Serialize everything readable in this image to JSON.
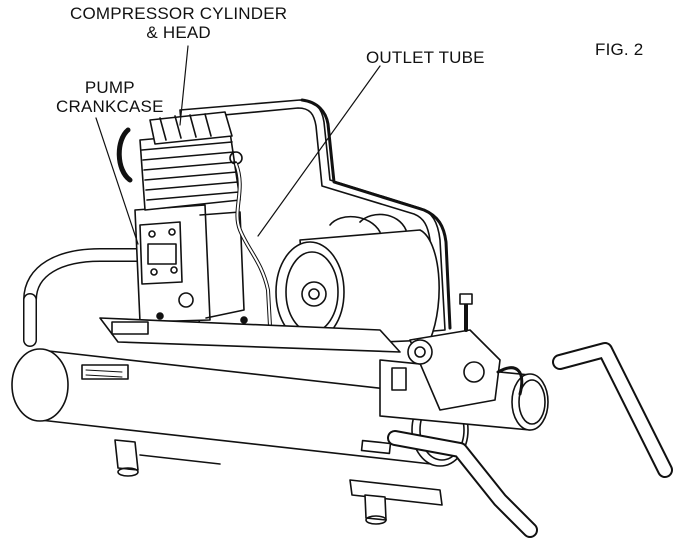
{
  "labels": {
    "compressor_line1": "COMPRESSOR CYLINDER",
    "compressor_line2": "& HEAD",
    "pump_line1": "PUMP",
    "pump_line2": "CRANKCASE",
    "outlet": "OUTLET TUBE",
    "figure": "FIG. 2"
  },
  "colors": {
    "ink": "#111111",
    "paper": "#ffffff",
    "shade": "#e8e8e8"
  }
}
